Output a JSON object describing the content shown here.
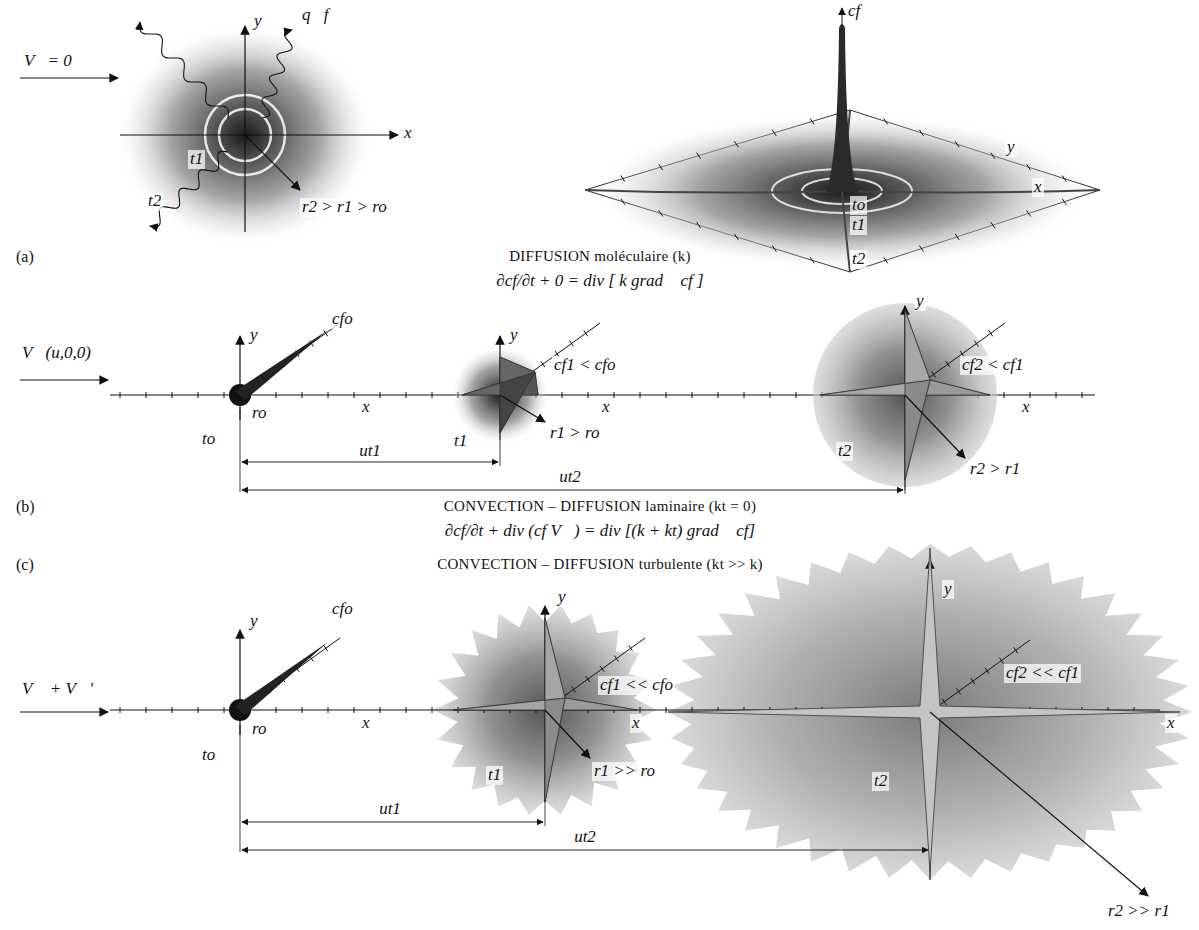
{
  "diagram": {
    "labels": [
      "V⃗= 0",
      "y",
      "x",
      "q⃗f",
      "t1",
      "t2",
      "r2 > r1 > ro",
      "cf",
      "y",
      "x",
      "to",
      "t1",
      "t2",
      "(a)",
      "DIFFUSION moléculaire (k)",
      "∂cf/∂t + 0 = div [ k grad⃗ cf ]",
      "V⃗(u,0,0)",
      "y",
      "cfo",
      "ro",
      "x",
      "to",
      "y",
      "cf1 < cfo",
      "x",
      "t1",
      "r1 > ro",
      "y",
      "cf2 < cf1",
      "x",
      "t2",
      "r2 > r1",
      "ut1",
      "ut2",
      "(b)",
      "CONVECTION – DIFFUSION laminaire (kt = 0)",
      "∂cf/∂t + div (cf V⃗) = div [(k + kt) grad⃗ cf]",
      "(c)",
      "CONVECTION – DIFFUSION turbulente (kt >> k)",
      "V⃗ + V⃗'",
      "y",
      "cfo",
      "ro",
      "x",
      "to",
      "y",
      "cf1 << cfo",
      "x",
      "t1",
      "r1 >> ro",
      "y",
      "cf2 << cf1",
      "x",
      "t2",
      "r2 >> r1",
      "ut1",
      "ut2"
    ]
  }
}
